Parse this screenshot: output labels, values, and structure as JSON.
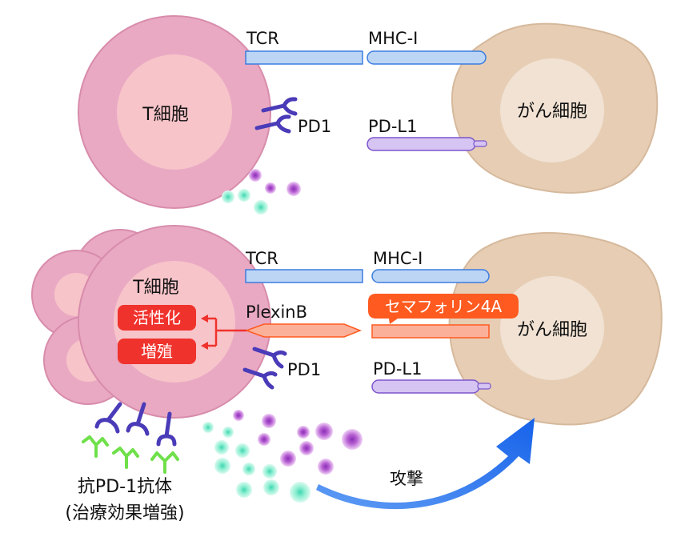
{
  "top": {
    "t_cell": "T細胞",
    "cancer_cell": "がん細胞",
    "tcr": "TCR",
    "mhc": "MHC-I",
    "pd1": "PD1",
    "pdl1": "PD-L1"
  },
  "bottom": {
    "t_cell": "T細胞",
    "cancer_cell": "がん細胞",
    "tcr": "TCR",
    "mhc": "MHC-I",
    "plexin": "PlexinB",
    "sema": "セマフォリン4A",
    "activation": "活性化",
    "proliferation": "増殖",
    "pd1": "PD1",
    "pdl1": "PD-L1",
    "antibody_line1": "抗PD-1抗体",
    "antibody_line2": "(治療効果増強)",
    "attack": "攻撃"
  },
  "colors": {
    "t_cell_outer": "#e9a9c3",
    "t_cell_inner": "#f7c4c9",
    "cancer_outer": "#e6cdb4",
    "cancer_inner": "#f1e2d3",
    "receptor_blue": "#bcd5f4",
    "pdl1_purple": "#d6c4f2",
    "orange": "#ff5a1f",
    "red_pill": "#f0322d",
    "pd1_navy": "#4a3bb8",
    "antibody_green": "#6fe04a",
    "arrow_blue": "#1b6bea"
  }
}
